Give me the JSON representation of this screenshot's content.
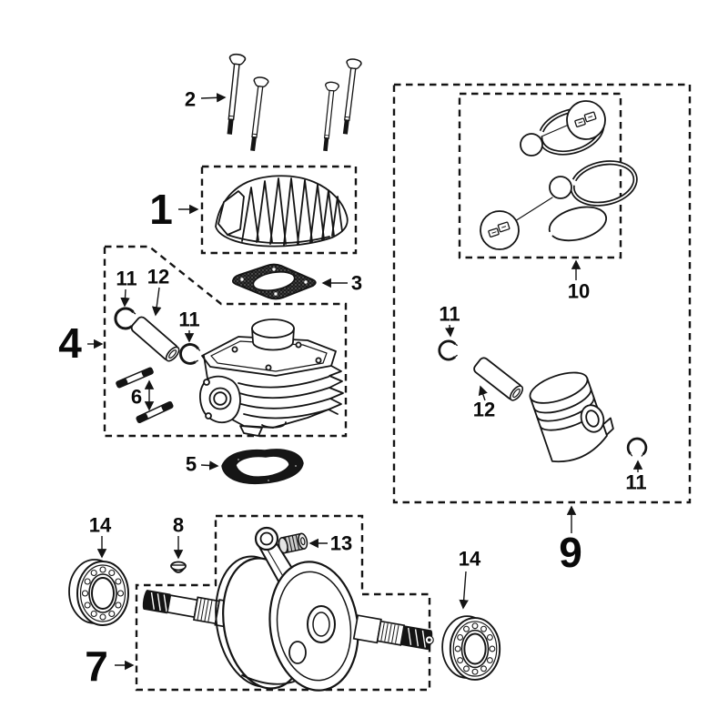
{
  "diagram_type": "exploded-parts-diagram",
  "colors": {
    "ink": "#141414",
    "paper": "#ffffff"
  },
  "callouts": {
    "n1": "1",
    "n2": "2",
    "n3": "3",
    "n4": "4",
    "n5": "5",
    "n6": "6",
    "n7": "7",
    "n8": "8",
    "n9": "9",
    "n10": "10",
    "n11": "11",
    "n12": "12",
    "n13": "13",
    "n14": "14"
  }
}
